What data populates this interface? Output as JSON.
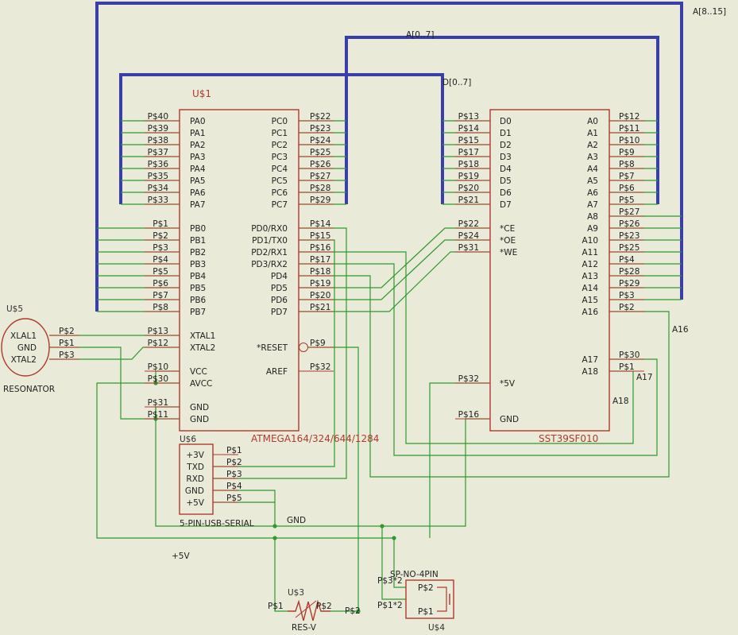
{
  "colors": {
    "background": "#eaead8",
    "bus": "#3a3ea8",
    "net": "#2d9a2d",
    "part": "#b03a2e",
    "text": "#222222"
  },
  "buses": {
    "a_high": "A[8..15]",
    "a_low": "A[0..7]",
    "data": "D[0..7]"
  },
  "nets": {
    "a16": "A16",
    "a17": "A17",
    "a18": "A18",
    "gnd": "GND",
    "plus5v": "+5V"
  },
  "u1": {
    "ref": "U$1",
    "value": "ATMEGA164/324/644/1284",
    "left": [
      {
        "pad": "P$40",
        "pin": "PA0"
      },
      {
        "pad": "P$39",
        "pin": "PA1"
      },
      {
        "pad": "P$38",
        "pin": "PA2"
      },
      {
        "pad": "P$37",
        "pin": "PA3"
      },
      {
        "pad": "P$36",
        "pin": "PA4"
      },
      {
        "pad": "P$35",
        "pin": "PA5"
      },
      {
        "pad": "P$34",
        "pin": "PA6"
      },
      {
        "pad": "P$33",
        "pin": "PA7"
      },
      {
        "pad": "P$1",
        "pin": "PB0"
      },
      {
        "pad": "P$2",
        "pin": "PB1"
      },
      {
        "pad": "P$3",
        "pin": "PB2"
      },
      {
        "pad": "P$4",
        "pin": "PB3"
      },
      {
        "pad": "P$5",
        "pin": "PB4"
      },
      {
        "pad": "P$6",
        "pin": "PB5"
      },
      {
        "pad": "P$7",
        "pin": "PB6"
      },
      {
        "pad": "P$8",
        "pin": "PB7"
      },
      {
        "pad": "P$13",
        "pin": "XTAL1"
      },
      {
        "pad": "P$12",
        "pin": "XTAL2"
      },
      {
        "pad": "P$10",
        "pin": "VCC"
      },
      {
        "pad": "P$30",
        "pin": "AVCC"
      },
      {
        "pad": "P$31",
        "pin": "GND"
      },
      {
        "pad": "P$11",
        "pin": "GND"
      }
    ],
    "right": [
      {
        "pad": "P$22",
        "pin": "PC0"
      },
      {
        "pad": "P$23",
        "pin": "PC1"
      },
      {
        "pad": "P$24",
        "pin": "PC2"
      },
      {
        "pad": "P$25",
        "pin": "PC3"
      },
      {
        "pad": "P$26",
        "pin": "PC4"
      },
      {
        "pad": "P$27",
        "pin": "PC5"
      },
      {
        "pad": "P$28",
        "pin": "PC6"
      },
      {
        "pad": "P$29",
        "pin": "PC7"
      },
      {
        "pad": "P$14",
        "pin": "PD0/RX0"
      },
      {
        "pad": "P$15",
        "pin": "PD1/TX0"
      },
      {
        "pad": "P$16",
        "pin": "PD2/RX1"
      },
      {
        "pad": "P$17",
        "pin": "PD3/RX2"
      },
      {
        "pad": "P$18",
        "pin": "PD4"
      },
      {
        "pad": "P$19",
        "pin": "PD5"
      },
      {
        "pad": "P$20",
        "pin": "PD6"
      },
      {
        "pad": "P$21",
        "pin": "PD7"
      },
      {
        "pad": "P$9",
        "pin": "*RESET"
      },
      {
        "pad": "P$32",
        "pin": "AREF"
      }
    ]
  },
  "u2": {
    "value": "SST39SF010",
    "left": [
      {
        "pad": "P$13",
        "pin": "D0"
      },
      {
        "pad": "P$14",
        "pin": "D1"
      },
      {
        "pad": "P$15",
        "pin": "D2"
      },
      {
        "pad": "P$17",
        "pin": "D3"
      },
      {
        "pad": "P$18",
        "pin": "D4"
      },
      {
        "pad": "P$19",
        "pin": "D5"
      },
      {
        "pad": "P$20",
        "pin": "D6"
      },
      {
        "pad": "P$21",
        "pin": "D7"
      },
      {
        "pad": "P$22",
        "pin": "*CE"
      },
      {
        "pad": "P$24",
        "pin": "*OE"
      },
      {
        "pad": "P$31",
        "pin": "*WE"
      },
      {
        "pad": "P$32",
        "pin": "*5V"
      },
      {
        "pad": "P$16",
        "pin": "GND"
      }
    ],
    "right": [
      {
        "pad": "P$12",
        "pin": "A0"
      },
      {
        "pad": "P$11",
        "pin": "A1"
      },
      {
        "pad": "P$10",
        "pin": "A2"
      },
      {
        "pad": "P$9",
        "pin": "A3"
      },
      {
        "pad": "P$8",
        "pin": "A4"
      },
      {
        "pad": "P$7",
        "pin": "A5"
      },
      {
        "pad": "P$6",
        "pin": "A6"
      },
      {
        "pad": "P$5",
        "pin": "A7"
      },
      {
        "pad": "P$27",
        "pin": "A8"
      },
      {
        "pad": "P$26",
        "pin": "A9"
      },
      {
        "pad": "P$23",
        "pin": "A10"
      },
      {
        "pad": "P$25",
        "pin": "A11"
      },
      {
        "pad": "P$4",
        "pin": "A12"
      },
      {
        "pad": "P$28",
        "pin": "A13"
      },
      {
        "pad": "P$29",
        "pin": "A14"
      },
      {
        "pad": "P$3",
        "pin": "A15"
      },
      {
        "pad": "P$2",
        "pin": "A16"
      },
      {
        "pad": "P$30",
        "pin": "A17"
      },
      {
        "pad": "P$1",
        "pin": "A18"
      }
    ]
  },
  "u5": {
    "ref": "U$5",
    "value": "RESONATOR",
    "pins": [
      {
        "pad": "P$2",
        "pin": "XLAL1"
      },
      {
        "pad": "P$1",
        "pin": "GND"
      },
      {
        "pad": "P$3",
        "pin": "XTAL2"
      }
    ]
  },
  "u6": {
    "ref": "U$6",
    "value": "5-PIN-USB-SERIAL",
    "pins": [
      {
        "pad": "P$1",
        "pin": "+3V"
      },
      {
        "pad": "P$2",
        "pin": "TXD"
      },
      {
        "pad": "P$3",
        "pin": "RXD"
      },
      {
        "pad": "P$4",
        "pin": "GND"
      },
      {
        "pad": "P$5",
        "pin": "+5V"
      }
    ]
  },
  "u3": {
    "ref": "U$3",
    "value": "RES-V",
    "pad1": "P$1",
    "pad2": "P$2",
    "ext_pad": "P$2"
  },
  "u4": {
    "ref": "U$4",
    "value": "SP-NO-4PIN",
    "pads": [
      "P$3*2",
      "P$1*2",
      "P$2",
      "P$1"
    ]
  }
}
